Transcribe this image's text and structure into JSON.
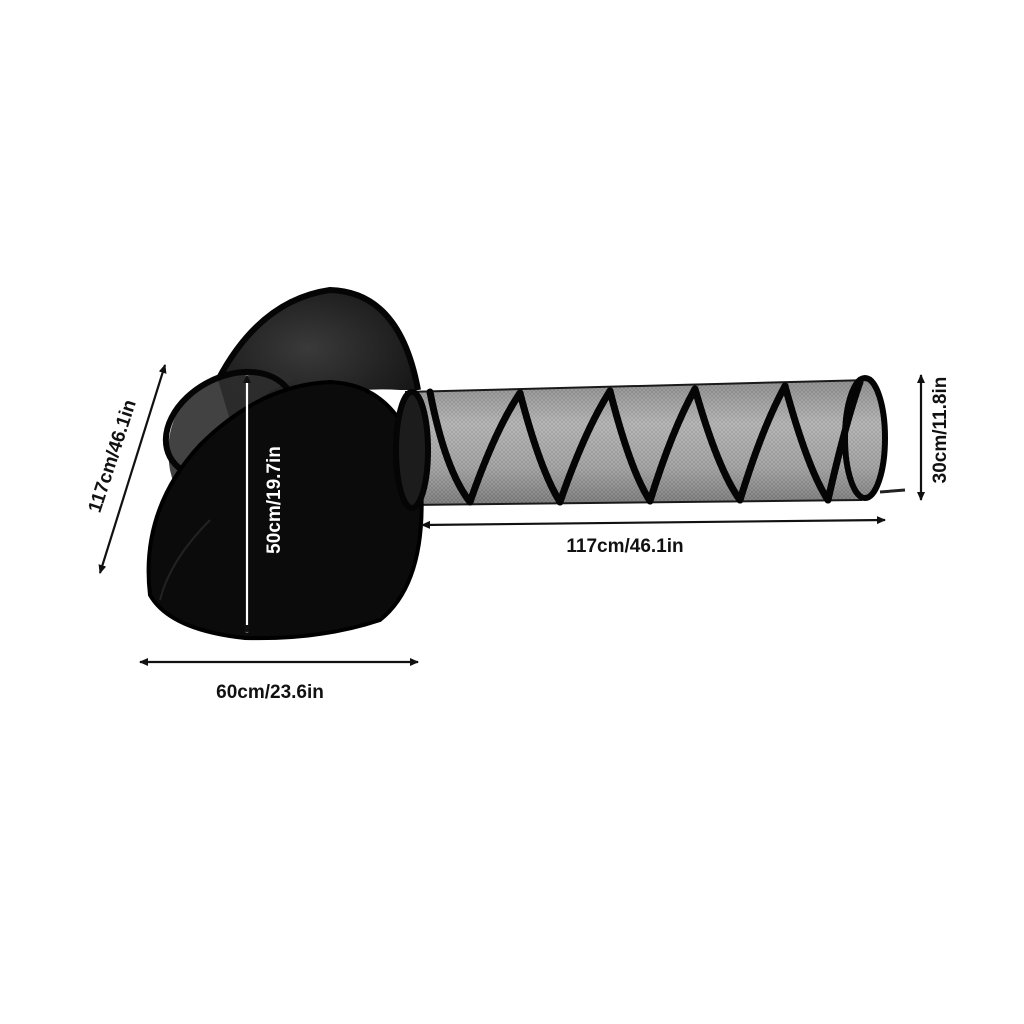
{
  "dimensions": {
    "width_label": "60cm/23.6in",
    "height_label": "50cm/19.7in",
    "diagonal_label": "117cm/46.1in",
    "tunnel_length_label": "117cm/46.1in",
    "tunnel_diameter_label": "30cm/11.8in"
  },
  "colors": {
    "background": "#ffffff",
    "tent_fabric": "#0e0e0e",
    "mesh": "#2b2b2b",
    "tunnel_mesh": "#8c8c8c",
    "frame": "#050505",
    "arrow": "#111111"
  }
}
